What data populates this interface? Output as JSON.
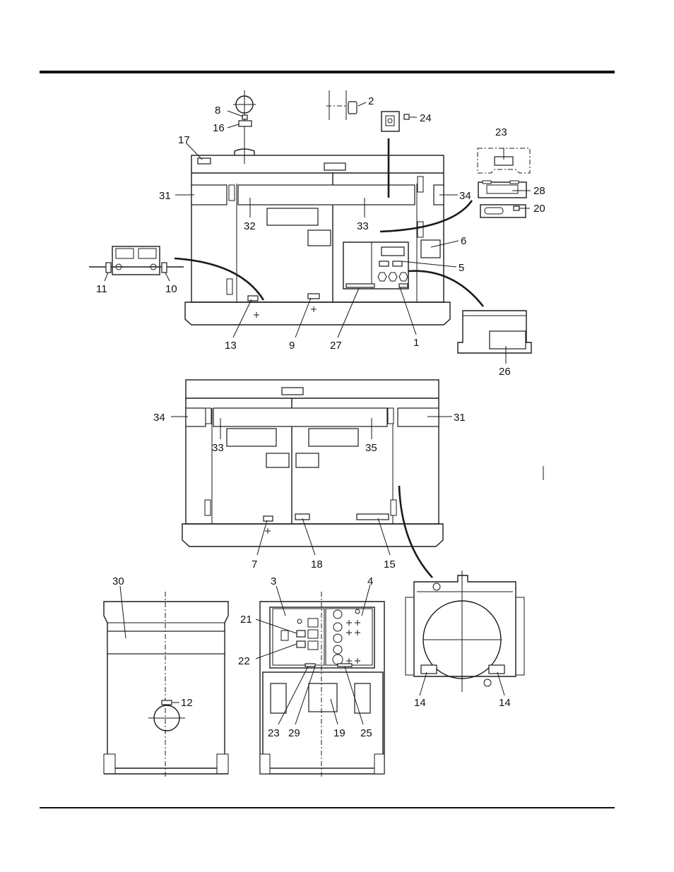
{
  "diagram": {
    "labels": {
      "l1": "1",
      "l2": "2",
      "l3": "3",
      "l4": "4",
      "l5": "5",
      "l6": "6",
      "l7": "7",
      "l8": "8",
      "l9": "9",
      "l10": "10",
      "l11": "11",
      "l12": "12",
      "l13": "13",
      "l14a": "14",
      "l14b": "14",
      "l15": "15",
      "l16": "16",
      "l17": "17",
      "l18": "18",
      "l19": "19",
      "l20": "20",
      "l21": "21",
      "l22": "22",
      "l23a": "23",
      "l23b": "23",
      "l24": "24",
      "l25": "25",
      "l26": "26",
      "l27": "27",
      "l28": "28",
      "l29": "29",
      "l30": "30",
      "l31a": "31",
      "l31b": "31",
      "l32": "32",
      "l33a": "33",
      "l33b": "33",
      "l34a": "34",
      "l34b": "34",
      "l35": "35"
    }
  }
}
